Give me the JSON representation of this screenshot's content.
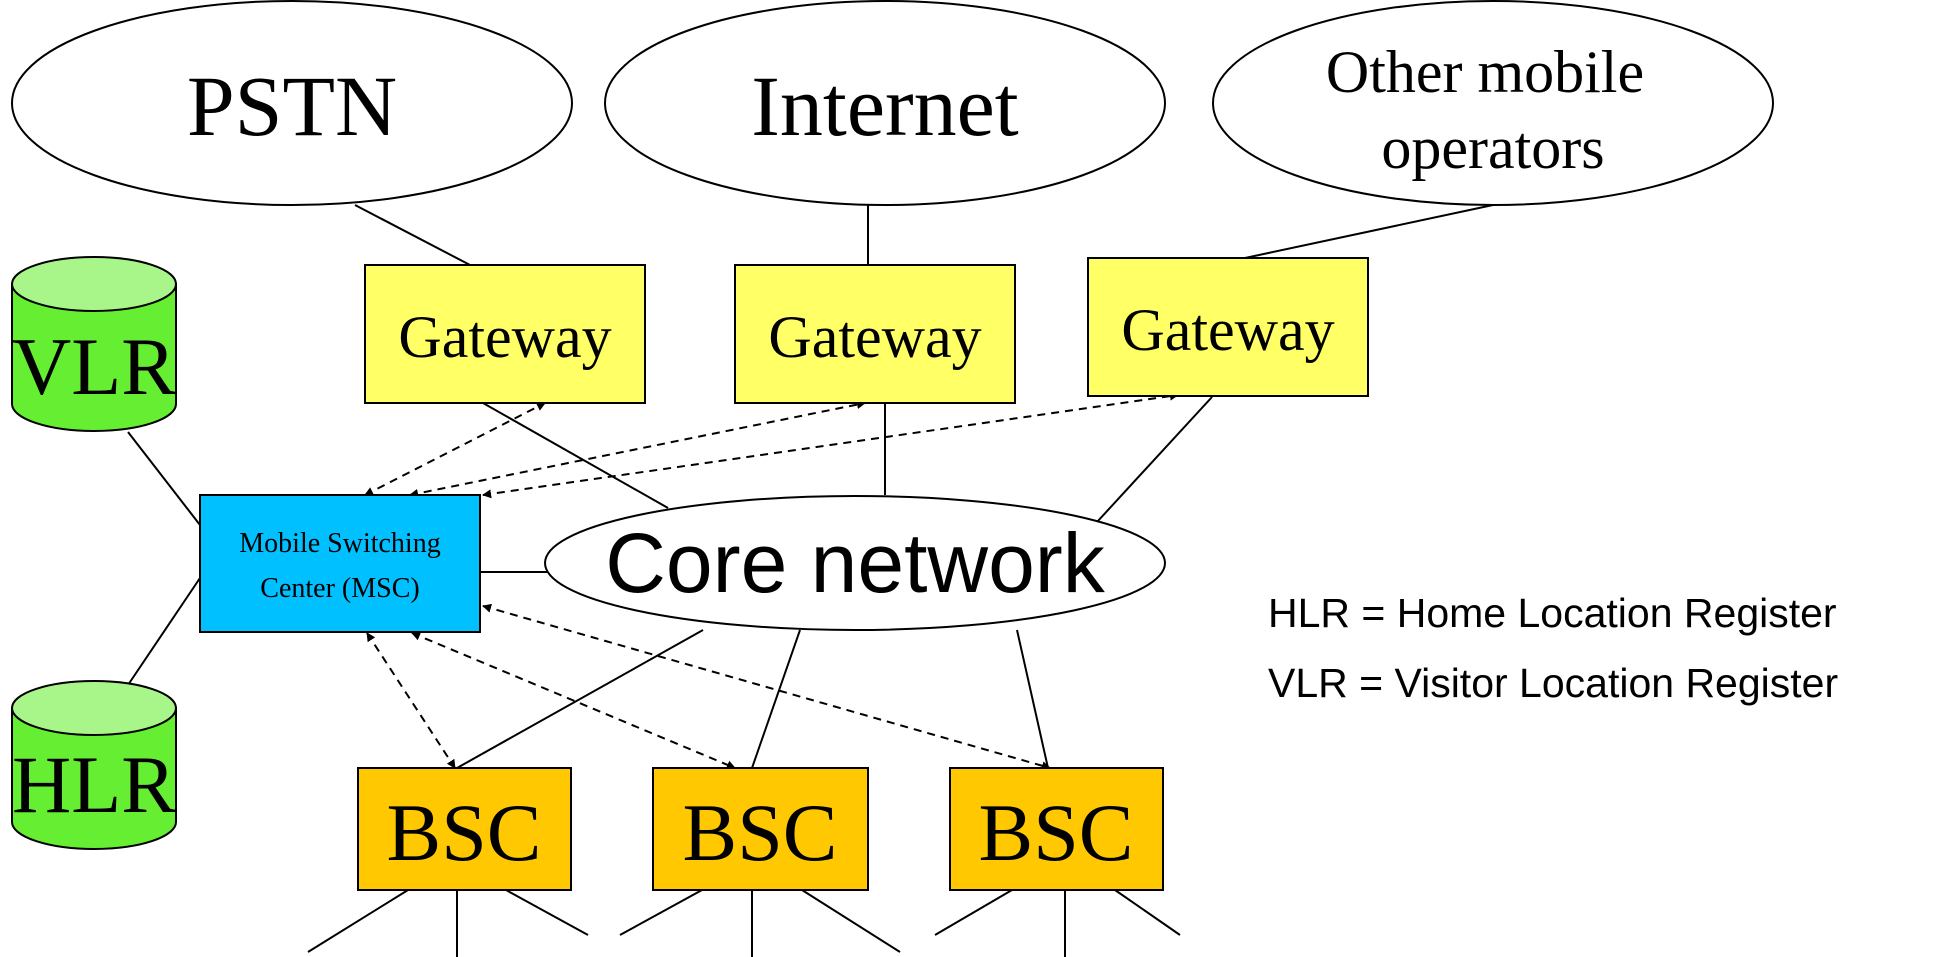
{
  "clouds": {
    "pstn": "PSTN",
    "internet": "Internet",
    "other_line1": "Other mobile",
    "other_line2": "operators",
    "core": "Core network"
  },
  "gateways": [
    "Gateway",
    "Gateway",
    "Gateway"
  ],
  "msc": {
    "line1": "Mobile Switching",
    "line2": "Center (MSC)"
  },
  "databases": {
    "vlr": "VLR",
    "hlr": "HLR"
  },
  "bscs": [
    "BSC",
    "BSC",
    "BSC"
  ],
  "legend": {
    "hlr": "HLR = Home Location Register",
    "vlr": "VLR = Visitor Location Register"
  },
  "colors": {
    "gateway": "#ffff66",
    "msc": "#00c0ff",
    "database": "#66ee33",
    "database_top": "#a8f58a",
    "bsc": "#ffc800",
    "line": "#000000"
  }
}
